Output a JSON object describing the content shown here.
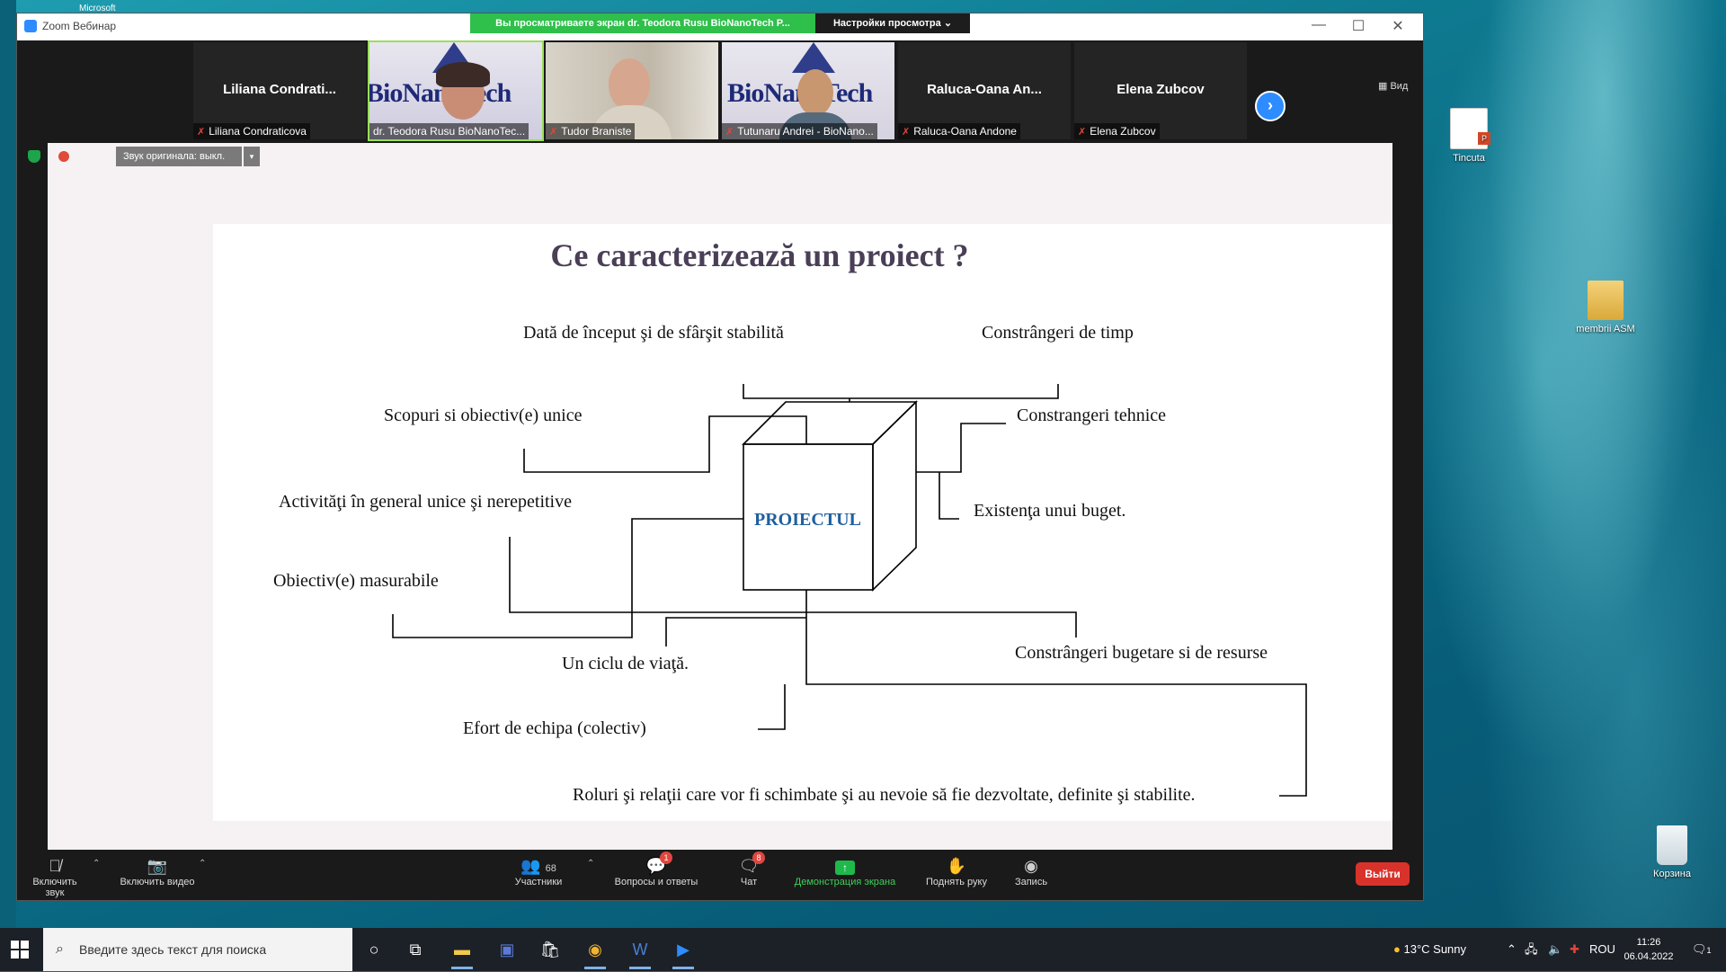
{
  "window": {
    "title": "Zoom Вебинар",
    "share_banner": "Вы просматриваете экран dr. Teodora Rusu BioNanoTech P...",
    "view_settings": "Настройки просмотра",
    "view_button": "Вид",
    "original_sound": "Звук оригинала: выкл."
  },
  "participants": [
    {
      "big_name": "Liliana  Condrati...",
      "name": "Liliana Condraticova",
      "video": false
    },
    {
      "big_name": "",
      "name": "dr. Teodora Rusu BioNanoTec...",
      "video": true
    },
    {
      "big_name": "",
      "name": "Tudor Braniste",
      "video": true
    },
    {
      "big_name": "",
      "name": "Tutunaru Andrei - BioNano...",
      "video": true
    },
    {
      "big_name": "Raluca-Oana  An...",
      "name": "Raluca-Oana Andone",
      "video": false
    },
    {
      "big_name": "Elena Zubcov",
      "name": "Elena Zubcov",
      "video": false
    }
  ],
  "slide": {
    "title": "Ce caracterizează un proiect ?",
    "center_box": "PROIECTUL",
    "items": {
      "date": "Dată de început şi de sfârşit stabilită",
      "time": "Constrângeri de timp",
      "goals": "Scopuri si obiectiv(e) unice",
      "tech": "Constrangeri tehnice",
      "activities": "Activităţi în general unice şi nerepetitive",
      "budget": "Existenţa unui buget.",
      "measurable": "Obiectiv(e) masurabile",
      "resources": "Constrângeri bugetare si de resurse",
      "lifecycle": "Un ciclu de viaţă.",
      "team": "Efort de echipa (colectiv)",
      "roles": "Roluri şi relaţii care vor fi schimbate şi au nevoie să fie dezvoltate, definite şi stabilite."
    }
  },
  "toolbar": {
    "mute": "Включить звук",
    "video": "Включить видео",
    "participants": "Участники",
    "participants_count": "68",
    "qa": "Вопросы и ответы",
    "qa_badge": "1",
    "chat": "Чат",
    "chat_badge": "8",
    "share": "Демонстрация экрана",
    "raise_hand": "Поднять руку",
    "record": "Запись",
    "leave": "Выйти"
  },
  "desktop": {
    "icon_tincuta": "Tincuta",
    "icon_membrii": "membrii ASM",
    "icon_recycle": "Корзина",
    "top_label": "Microsoft"
  },
  "taskbar": {
    "search_placeholder": "Введите здесь текст для поиска",
    "weather": "13°C  Sunny",
    "lang": "ROU",
    "time": "11:26",
    "date": "06.04.2022",
    "notifications": "1"
  },
  "colors": {
    "accent": "#2d8cff",
    "banner": "#2fbf4b",
    "leave": "#d8322b",
    "slide_box_text": "#1f5fa0"
  }
}
